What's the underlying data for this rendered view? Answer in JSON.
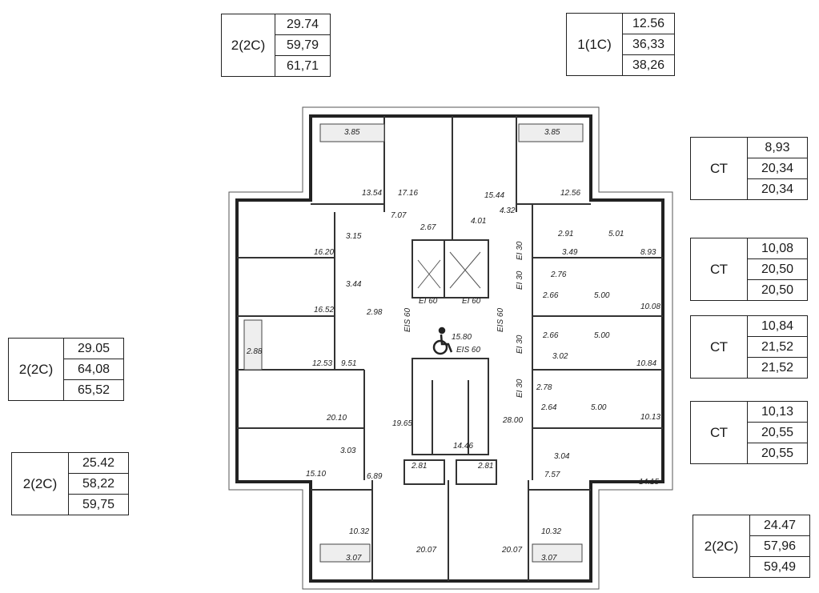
{
  "legend": [
    {
      "id": "t1",
      "type": "2(2С)",
      "values": [
        "29.74",
        "59,79",
        "61,71"
      ]
    },
    {
      "id": "t2",
      "type": "1(1С)",
      "values": [
        "12.56",
        "36,33",
        "38,26"
      ]
    },
    {
      "id": "t3",
      "type": "СТ",
      "values": [
        "8,93",
        "20,34",
        "20,34"
      ]
    },
    {
      "id": "t4",
      "type": "СТ",
      "values": [
        "10,08",
        "20,50",
        "20,50"
      ]
    },
    {
      "id": "t5",
      "type": "СТ",
      "values": [
        "10,84",
        "21,52",
        "21,52"
      ]
    },
    {
      "id": "t6",
      "type": "СТ",
      "values": [
        "10,13",
        "20,55",
        "20,55"
      ]
    },
    {
      "id": "t7",
      "type": "2(2С)",
      "values": [
        "29.05",
        "64,08",
        "65,52"
      ]
    },
    {
      "id": "t8",
      "type": "2(2С)",
      "values": [
        "25.42",
        "58,22",
        "59,75"
      ]
    },
    {
      "id": "t9",
      "type": "2(2С)",
      "values": [
        "24.47",
        "57,96",
        "59,49"
      ]
    }
  ],
  "rooms": [
    "3.85",
    "3.85",
    "13.54",
    "17.16",
    "15.44",
    "12.56",
    "7.07",
    "2.67",
    "4.01",
    "4.32",
    "2.91",
    "5.01",
    "3.15",
    "16.20",
    "3.49",
    "8.93",
    "2.76",
    "2.66",
    "5.00",
    "10.08",
    "3.44",
    "16.52",
    "2.98",
    "2.66",
    "5.00",
    "3.02",
    "10.84",
    "2.88",
    "12.53",
    "9.51",
    "15.80",
    "2.78",
    "2.64",
    "5.00",
    "10.13",
    "20.10",
    "19.65",
    "28.00",
    "14.46",
    "3.03",
    "3.04",
    "2.81",
    "2.81",
    "15.10",
    "6.89",
    "7.57",
    "14.15",
    "10.32",
    "10.32",
    "20.07",
    "20.07",
    "3.07",
    "3.07"
  ],
  "fire_labels": [
    "EI 60",
    "EI 60",
    "EIS 60",
    "EIS 60",
    "EIS 60",
    "EI 30",
    "EI 30",
    "EI 30",
    "EI 30"
  ]
}
